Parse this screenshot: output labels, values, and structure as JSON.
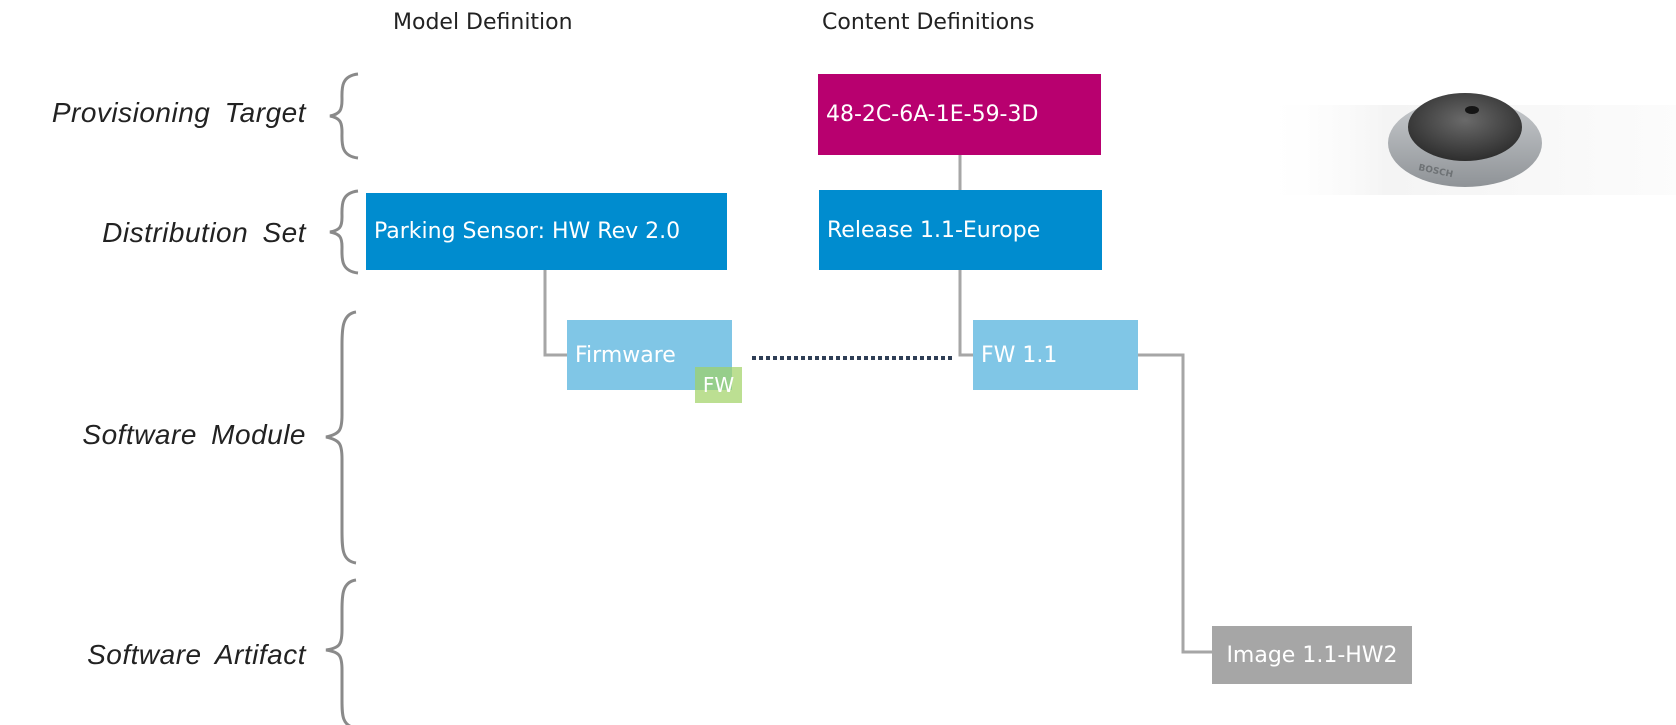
{
  "columns": {
    "model": "Model Definition",
    "content": "Content Definitions"
  },
  "rows": {
    "provisioning_target": "Provisioning Target",
    "distribution_set": "Distribution Set",
    "software_module": "Software Module",
    "software_artifact": "Software Artifact"
  },
  "nodes": {
    "target": "48-2C-6A-1E-59-3D",
    "model_distribution": "Parking Sensor: HW Rev 2.0",
    "content_distribution": "Release 1.1-Europe",
    "model_module": "Firmware",
    "module_badge": "FW",
    "content_module": "FW 1.1",
    "artifact": "Image 1.1-HW2"
  },
  "device": {
    "brand": "BOSCH"
  },
  "colors": {
    "target": "#b8006f",
    "distribution": "#008ccf",
    "module": "#80c6e6",
    "artifact": "#a6a6a6",
    "badge": "#a0d264",
    "connector": "#a6a6a6",
    "dotted": "#2f3e55"
  }
}
